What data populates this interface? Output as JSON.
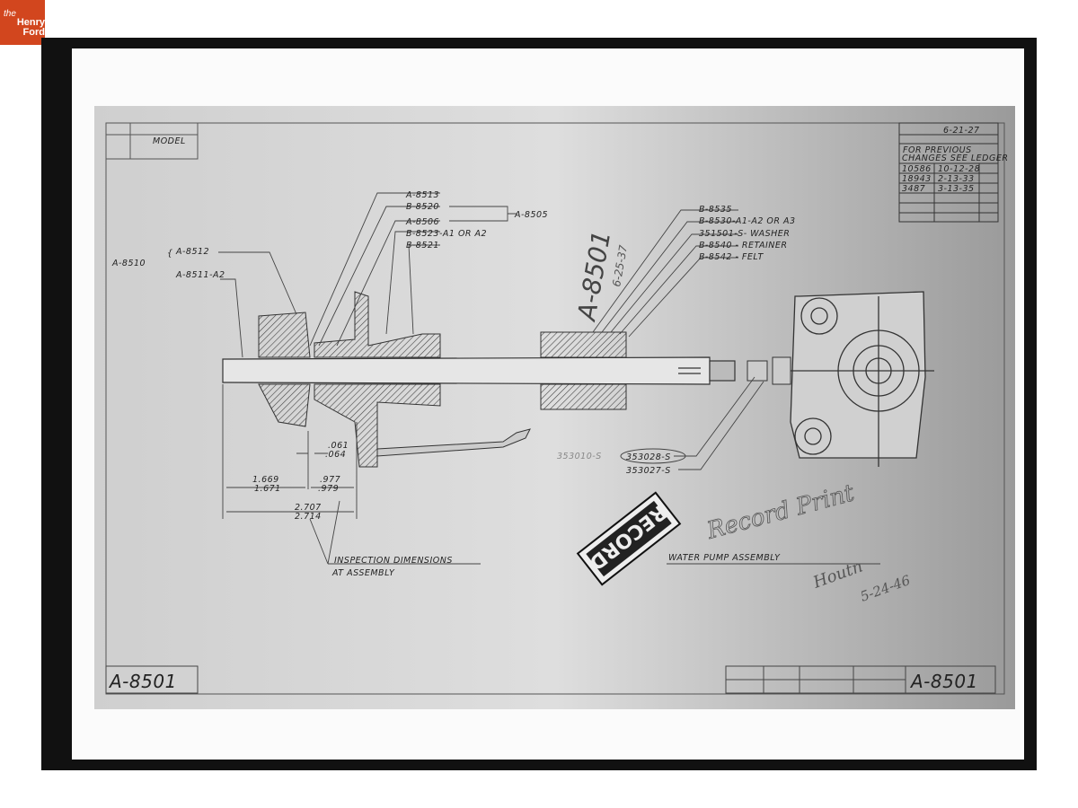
{
  "logo": {
    "text_top": "the",
    "text_main": "Henry Ford"
  },
  "drawing": {
    "title": "WATER PUMP ASSEMBLY",
    "number_bottom_left": "A-8501",
    "number_bottom_right": "A-8501",
    "handwritten_number": "A-8501",
    "handwritten_date_top": "6-25-37",
    "stamp": "RECORD",
    "handwritten_note": "Record Print",
    "handwritten_signature": "Houtn",
    "handwritten_date": "5-24-46",
    "title_block_top_left": {
      "col1": "MODEL"
    },
    "revision_block": {
      "header": "6-21-27",
      "note_line1": "FOR PREVIOUS",
      "note_line2": "CHANGES SEE LEDGER",
      "rows": [
        [
          "10586",
          "10-12-28"
        ],
        [
          "18943",
          "2-13-33"
        ],
        [
          "3487",
          "3-13-35"
        ]
      ]
    },
    "callouts_left": {
      "group": "A-8510",
      "items": [
        "A-8512",
        "A-8511-A2"
      ]
    },
    "callouts_center": [
      "A-8513",
      "B-8520",
      "A-8506",
      "B-8523-A1 OR A2",
      "B-8521"
    ],
    "callout_center_group": "A-8505",
    "callouts_right": [
      "B-8535",
      "B-8530-A1-A2 OR A3",
      "351501-S- WASHER",
      "B-8540 - RETAINER",
      "B-8542 - FELT"
    ],
    "callouts_bottom": [
      "353010-S",
      "353028-S",
      "353027-S"
    ],
    "dimensions": [
      ".061",
      ".064",
      "1.669",
      "1.671",
      ".977",
      ".979",
      "2.707",
      "2.714"
    ],
    "inspection_note_line1": "INSPECTION DIMENSIONS",
    "inspection_note_line2": "AT ASSEMBLY"
  }
}
